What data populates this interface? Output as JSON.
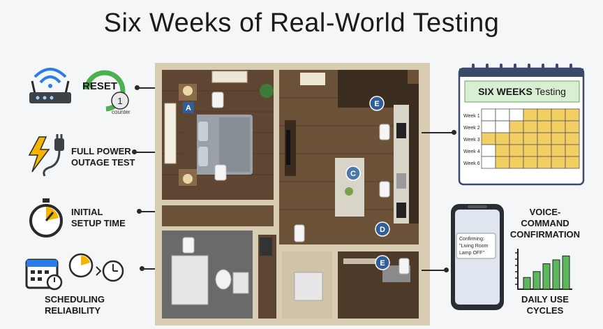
{
  "title": "Six Weeks of Real-World Testing",
  "left_features": [
    {
      "label": "RESET"
    },
    {
      "label_lines": [
        "FULL POWER",
        "OUTAGE TEST"
      ]
    },
    {
      "label_lines": [
        "INITIAL",
        "SETUP TIME"
      ]
    },
    {
      "label_lines": [
        "SCHEDULING",
        "RELIABILITY"
      ]
    }
  ],
  "reset_counter": {
    "value": "1",
    "caption": "counter"
  },
  "floorplan_markers": [
    "A",
    "C",
    "D",
    "E",
    "E"
  ],
  "calendar": {
    "header_bold": "SIX WEEKS",
    "header_rest": " Testing",
    "weeks": [
      "Week 1",
      "Week 2",
      "Week 3",
      "Week 4",
      "Week 6"
    ],
    "filled_fraction_by_week": [
      0.5,
      0.75,
      1.0,
      0.8,
      0.9
    ]
  },
  "phone": {
    "section_lines": [
      "VOICE-COMMAND",
      "CONFIRMATION"
    ],
    "message_lines": [
      "Confirming:",
      "\"Living Room",
      "Lamp OFF\""
    ]
  },
  "usage": {
    "label_lines": [
      "DAILY USE",
      "CYCLES"
    ],
    "bars": [
      0.3,
      0.45,
      0.65,
      0.75,
      0.85
    ]
  },
  "colors": {
    "filled": "#f2cf63",
    "header": "#d9efd3",
    "bars": "#5cb85c",
    "floor": "#6b5138",
    "wall": "#d8ccb3"
  }
}
